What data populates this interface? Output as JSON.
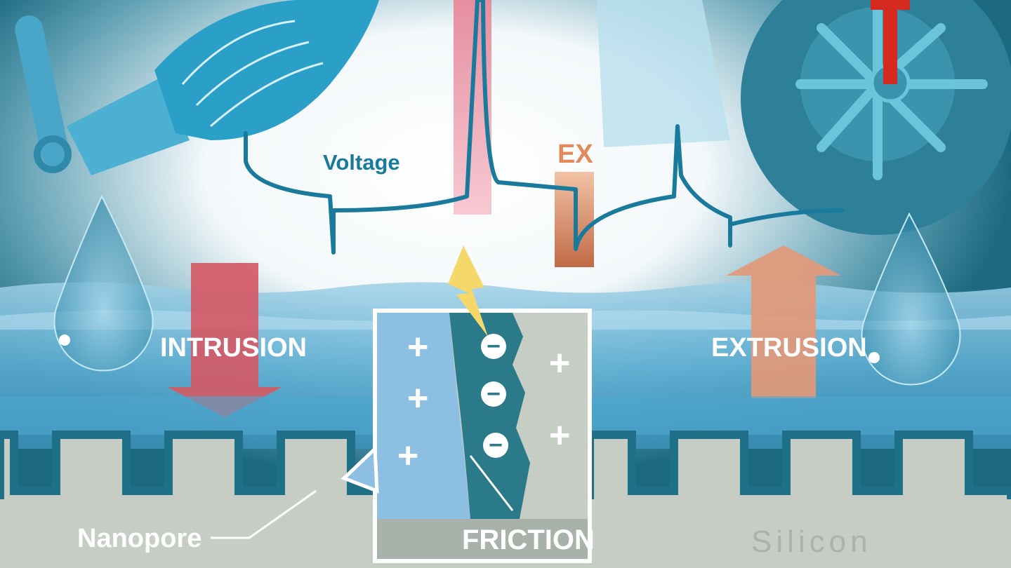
{
  "labels": {
    "voltage": "Voltage",
    "ex": "EX",
    "intrusion": "INTRUSION",
    "extrusion": "EXTRUSION",
    "friction": "FRICTION",
    "nanopore": "Nanopore",
    "silicon": "Silicon"
  },
  "charges": {
    "plus": "+",
    "minus": "−"
  },
  "colors": {
    "deep_teal": "#1d6a80",
    "water_blue": "#5fb0d6",
    "intrusion_red": "#d45a66",
    "extrusion_orange": "#e2997a",
    "silicon_gray": "#c5cdc4",
    "voltage_line": "#1a7a9c",
    "spark_yellow": "#f6d76a"
  }
}
